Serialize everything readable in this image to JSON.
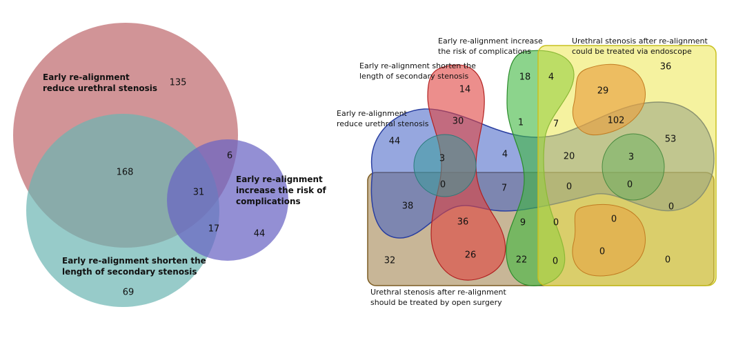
{
  "venn3": {
    "sets": {
      "reduce": {
        "label_lines": [
          "Early re-alignment",
          "reduce urethral stenosis"
        ],
        "color": "#b85a5f"
      },
      "shorten": {
        "label_lines": [
          "Early re-alignment shorten the",
          "length of secondary stenosis"
        ],
        "color": "#6bb5b2"
      },
      "complications": {
        "label_lines": [
          "Early re-alignment",
          "increase the risk of",
          "complications"
        ],
        "color": "#6a64c4"
      }
    },
    "counts": {
      "reduce_only": "135",
      "reduce_shorten": "168",
      "reduce_complications": "6",
      "all_three": "31",
      "shorten_complications": "17",
      "complications_only": "44",
      "shorten_only": "69"
    }
  },
  "venn5": {
    "sets": {
      "reduce": {
        "label_lines": [
          "Early re-alignment",
          "reduce urethral stenosis"
        ],
        "color": "#3f5fc4"
      },
      "shorten": {
        "label_lines": [
          "Early re-alignment shorten the",
          "length of secondary stenosis"
        ],
        "color": "#e0433f"
      },
      "complications": {
        "label_lines": [
          "Early re-alignment increase",
          "the risk of complications"
        ],
        "color": "#3fb83f"
      },
      "endoscope": {
        "label_lines": [
          "Urethral stenosis after re-alignment",
          "could be treated via endoscope"
        ],
        "color": "#ece63f"
      },
      "open_surgery": {
        "label_lines": [
          "Urethral stenosis after re-alignment",
          "should be treated by open surgery"
        ],
        "color": "#9a7a42"
      }
    },
    "counts": {
      "complications_only": "18",
      "complications_endoscope": "4",
      "endoscope_only": "36",
      "shorten_only": "14",
      "shorten_endoscope": "29",
      "reduce_shorten": "30",
      "c_1": "1",
      "c_7a": "7",
      "c_102": "102",
      "c_53": "53",
      "reduce_only": "44",
      "c_3a": "3",
      "c_4": "4",
      "c_20": "20",
      "c_3b": "3",
      "c_0a": "0",
      "c_7b": "7",
      "c_0b": "0",
      "c_0c": "0",
      "c_38": "38",
      "c_36": "36",
      "c_9": "9",
      "c_0d": "0",
      "c_0e": "0",
      "c_0f": "0",
      "c_32": "32",
      "c_26": "26",
      "c_22": "22",
      "c_0g": "0",
      "c_0h": "0",
      "c_0i": "0"
    }
  }
}
